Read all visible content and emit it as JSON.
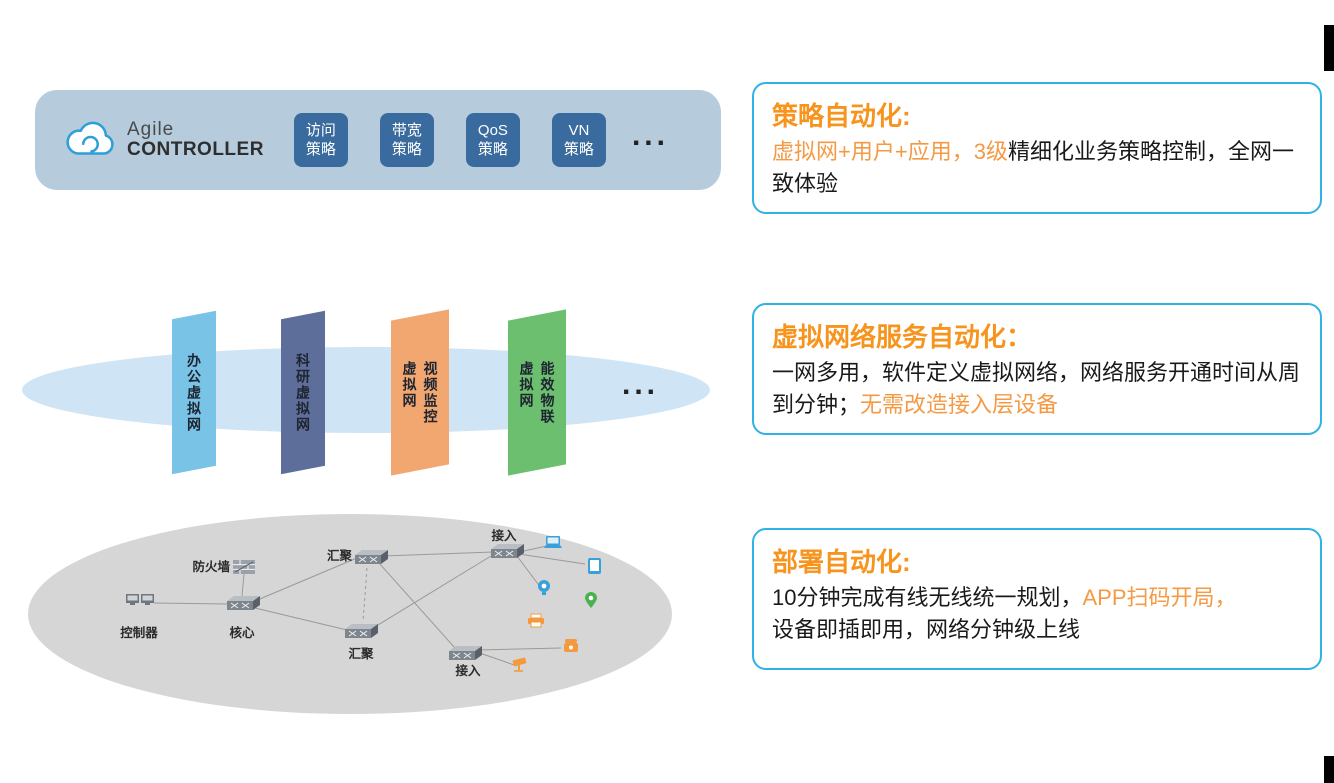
{
  "controller_bar": {
    "brand_line1": "Agile",
    "brand_line2": "CONTROLLER",
    "policies": [
      {
        "line1": "访问",
        "line2": "策略"
      },
      {
        "line1": "带宽",
        "line2": "策略"
      },
      {
        "line1": "QoS",
        "line2": "策略"
      },
      {
        "line1": "VN",
        "line2": "策略"
      }
    ],
    "more": "..."
  },
  "virtual_layer": {
    "planes": [
      {
        "name": "办公虚拟网",
        "columns": [
          "办公虚拟网"
        ],
        "color": "#79c3e6"
      },
      {
        "name": "科研虚拟网",
        "columns": [
          "科研虚拟网"
        ],
        "color": "#5d6e9b"
      },
      {
        "name": "视频监控虚拟网",
        "columns": [
          "视频监控",
          "虚拟网"
        ],
        "color": "#f2a770"
      },
      {
        "name": "能效物联虚拟网",
        "columns": [
          "能效物联",
          "虚拟网"
        ],
        "color": "#6dbf70"
      }
    ],
    "more": "..."
  },
  "physical_layer": {
    "labels": {
      "controller": "控制器",
      "firewall": "防火墙",
      "core": "核心",
      "agg_top": "汇聚",
      "agg_bottom": "汇聚",
      "access_top": "接入",
      "access_bottom": "接入"
    }
  },
  "callouts": [
    {
      "title": "策略自动化:",
      "seg1": "虚拟网+用户+应用，3级",
      "seg2": "精细化业务策略控制，全网一致体验"
    },
    {
      "title": "虚拟网络服务自动化：",
      "seg1": "一网多用，软件定义虚拟网络，网络服务开通时间从周到分钟；",
      "seg2": "无需改造接入层设备"
    },
    {
      "title": "部署自动化:",
      "seg1": "10分钟完成有线无线统一规划，",
      "seg2": "APP扫码开局，",
      "seg3": "设备即插即用，网络分钟级上线"
    }
  ],
  "colors": {
    "title_orange": "#f7941d",
    "body_orange": "#f49a45",
    "callout_border": "#31b2e4",
    "controller_bar_bg": "#b6ccdc",
    "policy_box_bg": "#3a6b9e",
    "virtual_ellipse": "#cfe4f4",
    "physical_ellipse": "#d6d6d6"
  }
}
